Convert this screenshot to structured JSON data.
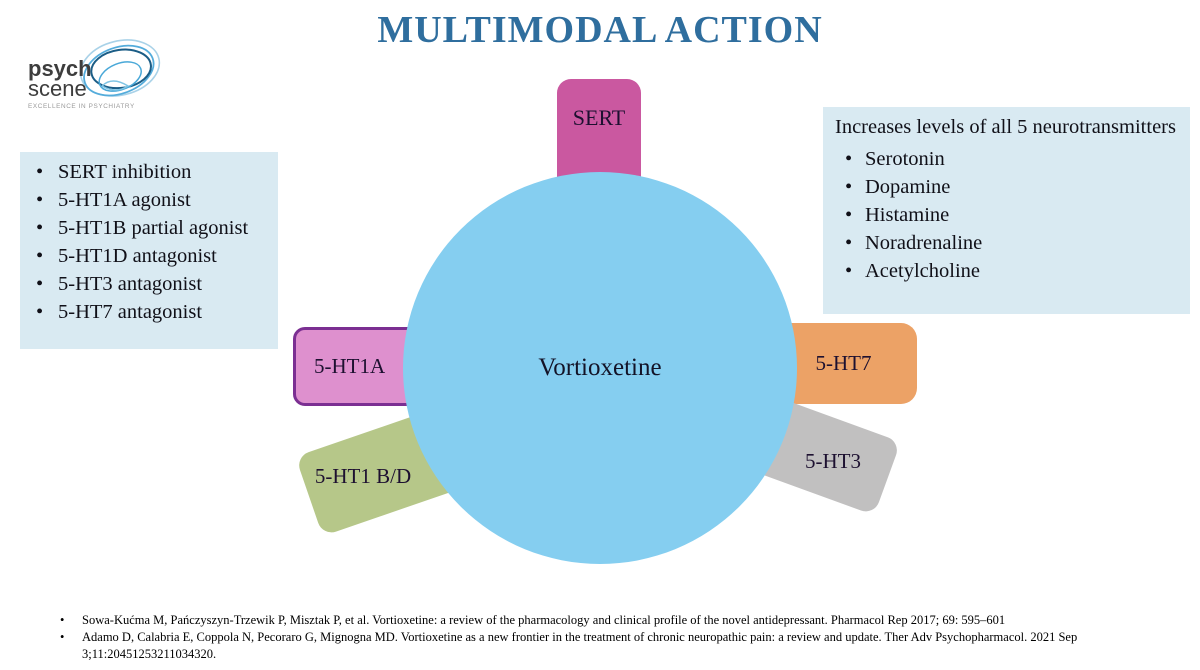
{
  "title": "MULTIMODAL ACTION",
  "logo": {
    "line1": "psych",
    "line2": "scene",
    "tagline": "EXCELLENCE IN PSYCHIATRY"
  },
  "left_box": {
    "items": [
      "SERT inhibition",
      "5-HT1A agonist",
      "5-HT1B partial agonist",
      "5-HT1D antagonist",
      "5-HT3 antagonist",
      "5-HT7 antagonist"
    ]
  },
  "right_box": {
    "header": "Increases levels of all 5 neurotransmitters",
    "items": [
      "Serotonin",
      "Dopamine",
      "Histamine",
      "Noradrenaline",
      "Acetylcholine"
    ]
  },
  "diagram": {
    "center_label": "Vortioxetine",
    "nodes": [
      {
        "label": "SERT",
        "color": "#CA58A0"
      },
      {
        "label": "5-HT1A",
        "color": "#DE90CE",
        "border_color": "#7B2F92"
      },
      {
        "label": "5-HT7",
        "color": "#ECA266"
      },
      {
        "label": "5-HT1 B/D",
        "color": "#B6C789"
      },
      {
        "label": "5-HT3",
        "color": "#C1C0C0"
      }
    ]
  },
  "references": [
    "Sowa-Kućma M, Pańczyszyn-Trzewik P, Misztak P, et al. Vortioxetine: a review of the pharmacology and clinical profile of the novel antidepressant. Pharmacol Rep 2017; 69: 595–601",
    "Adamo D, Calabria E, Coppola N, Pecoraro G, Mignogna MD. Vortioxetine as a new frontier in the treatment of chronic neuropathic pain: a review and update. Ther Adv Psychopharmacol. 2021 Sep 3;11:20451253211034320."
  ],
  "colors": {
    "title": "#2F6E9E",
    "info_box_bg": "#D9EAF2",
    "circle": "#85CEF0",
    "sert": "#CA58A0",
    "ht1a_fill": "#DE90CE",
    "ht1a_border": "#7B2F92",
    "ht7": "#ECA266",
    "ht1bd": "#B6C789",
    "ht3": "#C1C0C0"
  }
}
